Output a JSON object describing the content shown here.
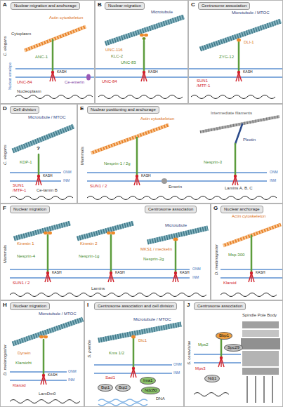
{
  "diagram": {
    "nodes": [
      {
        "text": [
          "A"
        ]
      },
      {
        "text": [
          "Nuclear migration and anchorage"
        ],
        "in": 0
      },
      {
        "text": [
          "B"
        ]
      },
      {
        "text": [
          "Nuclear migration"
        ],
        "in": 2
      },
      {
        "text": [
          "C"
        ]
      },
      {
        "text": [
          "Centrosome association"
        ],
        "in": 4
      },
      {
        "text": [
          "D"
        ]
      },
      {
        "text": [
          "Cell division"
        ],
        "in": 6
      },
      {
        "text": [
          "E"
        ]
      },
      {
        "text": [
          "Nuclear positioning and anchorage"
        ],
        "in": 8
      },
      {
        "text": [
          "F"
        ]
      },
      {
        "text": [
          "Nuclear migration"
        ],
        "in": 10
      },
      {
        "text": [
          "Centrosome association"
        ],
        "in": 10
      },
      {
        "text": [
          "G"
        ]
      },
      {
        "text": [
          "Nuclear anchorage"
        ],
        "in": 13
      },
      {
        "text": [
          "H"
        ]
      },
      {
        "text": [
          "Nuclear migration"
        ],
        "in": 15
      },
      {
        "text": [
          "I"
        ]
      },
      {
        "text": [
          "Centrosome association and cell division"
        ],
        "in": 17
      },
      {
        "text": [
          "Bqt1"
        ],
        "in": 17
      },
      {
        "text": [
          "Bqt2"
        ],
        "in": 17
      },
      {
        "text": [
          "Ima1"
        ],
        "in": 17
      },
      {
        "text": [
          "Ndc80"
        ],
        "in": 17
      },
      {
        "text": [
          "J"
        ]
      },
      {
        "text": [
          "Centrosome association"
        ],
        "in": 23
      },
      {
        "text": [
          "Bbp1"
        ],
        "in": 23
      },
      {
        "text": [
          "Spc29"
        ],
        "in": 23
      },
      {
        "text": [
          "Ndj1"
        ],
        "in": 23
      }
    ],
    "labels": [
      "C. elegans",
      "Cytoplasm",
      "Actin cytoskeleton",
      "ANC-1",
      "Nuclear envelope",
      "UNC-84",
      "KASH",
      "Ce-emerin",
      "Nucleoplasm",
      "Microtubule",
      "UNC-116",
      "KLC-2",
      "UNC-83",
      "UNC-84",
      "KASH",
      "Microtubule / MTOC",
      "DLI-1",
      "ZYG-12",
      "SUN1 /MTF-1",
      "KASH",
      "C. elegans",
      "Microtubule / MTOC",
      "?",
      "KDP-1",
      "ONM",
      "INM",
      "SUN1 /MTF-1",
      "KASH",
      "Ce-lamin B",
      "Mammals",
      "Actin cytoskeleton",
      "Intermediate filaments",
      "Plectin",
      "Nesprin-1 / 2g",
      "Nesprin-3",
      "ONM",
      "INM",
      "SUN1 / 2",
      "KASH",
      "Emerin",
      "Lamins A, B, C",
      "Mammals",
      "Microtubule",
      "Kinesin 1",
      "Nesprin-4",
      "Kinesin 2",
      "Nesprin-1g",
      "MKS1 / meckelin",
      "Nesprin-2g",
      "ONM",
      "INM",
      "SUN1 / 2",
      "KASH",
      "KASH",
      "KASH",
      "Lamins",
      "D. melanogaster",
      "Actin cytoskeleton",
      "Msp-300",
      "Klaroid",
      "KASH",
      "D. melanogaster",
      "Microtubule / MTOC",
      "Dynein",
      "Klarsicht",
      "ONM",
      "INM",
      "KASH",
      "Klaroid",
      "LamDm0",
      "S. pombe",
      "Microtubule / MTOC",
      "Dlc1",
      "Kms 1/2",
      "ONM",
      "INM",
      "Sad1",
      "DNA",
      "S. cerevisiae",
      "Spindle Pole Body",
      "Mps2",
      "Mps3"
    ]
  }
}
